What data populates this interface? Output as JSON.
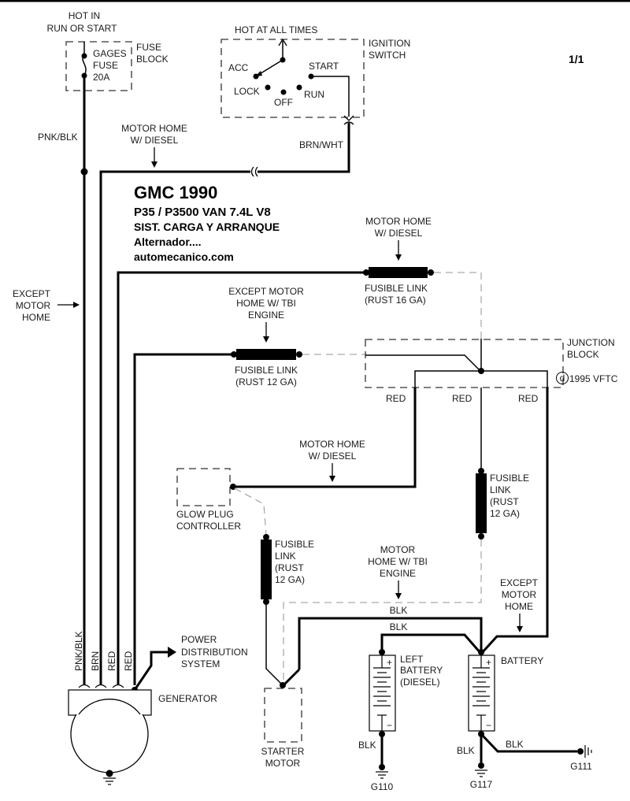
{
  "page": {
    "number": "1/1"
  },
  "title_block": {
    "make_year": "GMC 1990",
    "model": "P35 / P3500 VAN  7.4L  V8",
    "system": "SIST. CARGA Y ARRANQUE",
    "subsystem": "Alternador....",
    "site": "automecanico.com"
  },
  "fuse_block": {
    "supply_line1": "HOT IN",
    "supply_line2": "RUN OR START",
    "fuse_line1": "GAGES",
    "fuse_line2": "FUSE",
    "fuse_line3": "20A",
    "block_line1": "FUSE",
    "block_line2": "BLOCK"
  },
  "ignition_switch": {
    "supply": "HOT AT ALL TIMES",
    "name_line1": "IGNITION",
    "name_line2": "SWITCH",
    "positions": {
      "acc": "ACC",
      "lock": "LOCK",
      "off": "OFF",
      "run": "RUN",
      "start": "START"
    },
    "output_wire": "BRN/WHT"
  },
  "wires": {
    "pnk_blk": "PNK/BLK",
    "brn": "BRN",
    "red1": "RED",
    "red2": "RED",
    "jb_red_left": "RED",
    "jb_red_mid": "RED",
    "jb_red_right": "RED",
    "blk_upper": "BLK",
    "blk_lower": "BLK",
    "blk_left_batt_ground": "BLK",
    "blk_batt_ground": "BLK",
    "blk_g111": "BLK"
  },
  "notes": {
    "motor_home_diesel_top_l1": "MOTOR HOME",
    "motor_home_diesel_top_l2": "W/ DIESEL",
    "except_motor_home_left_l1": "EXCEPT",
    "except_motor_home_left_l2": "MOTOR",
    "except_motor_home_left_l3": "HOME",
    "motor_home_diesel_fl16_l1": "MOTOR HOME",
    "motor_home_diesel_fl16_l2": "W/ DIESEL",
    "except_mh_tbi_l1": "EXCEPT MOTOR",
    "except_mh_tbi_l2": "HOME W/ TBI",
    "except_mh_tbi_l3": "ENGINE",
    "motor_home_diesel_glow_l1": "MOTOR HOME",
    "motor_home_diesel_glow_l2": "W/ DIESEL",
    "mh_tbi_l1": "MOTOR",
    "mh_tbi_l2": "HOME W/ TBI",
    "mh_tbi_l3": "ENGINE",
    "except_motor_home_right_l1": "EXCEPT",
    "except_motor_home_right_l2": "MOTOR",
    "except_motor_home_right_l3": "HOME"
  },
  "fusible_links": {
    "fl16_l1": "FUSIBLE LINK",
    "fl16_l2": "(RUST 16 GA)",
    "fl12h_l1": "FUSIBLE LINK",
    "fl12h_l2": "(RUST 12 GA)",
    "fl12v_right_l1": "FUSIBLE",
    "fl12v_right_l2": "LINK",
    "fl12v_right_l3": "(RUST",
    "fl12v_right_l4": "12 GA)",
    "fl12v_left_l1": "FUSIBLE",
    "fl12v_left_l2": "LINK",
    "fl12v_left_l3": "(RUST",
    "fl12v_left_l4": "12 GA)"
  },
  "junction_block": {
    "name_line1": "JUNCTION",
    "name_line2": "BLOCK",
    "ref_letter": "d",
    "ref_text": "1995 VFTC"
  },
  "components": {
    "glow_plug_l1": "GLOW PLUG",
    "glow_plug_l2": "CONTROLLER",
    "generator": "GENERATOR",
    "power_dist_l1": "POWER",
    "power_dist_l2": "DISTRIBUTION",
    "power_dist_l3": "SYSTEM",
    "starter_l1": "STARTER",
    "starter_l2": "MOTOR",
    "left_battery_l1": "LEFT",
    "left_battery_l2": "BATTERY",
    "left_battery_l3": "(DIESEL)",
    "battery": "BATTERY",
    "plus": "+",
    "minus": "−"
  },
  "grounds": {
    "g110": "G110",
    "g117": "G117",
    "g111": "G111"
  }
}
